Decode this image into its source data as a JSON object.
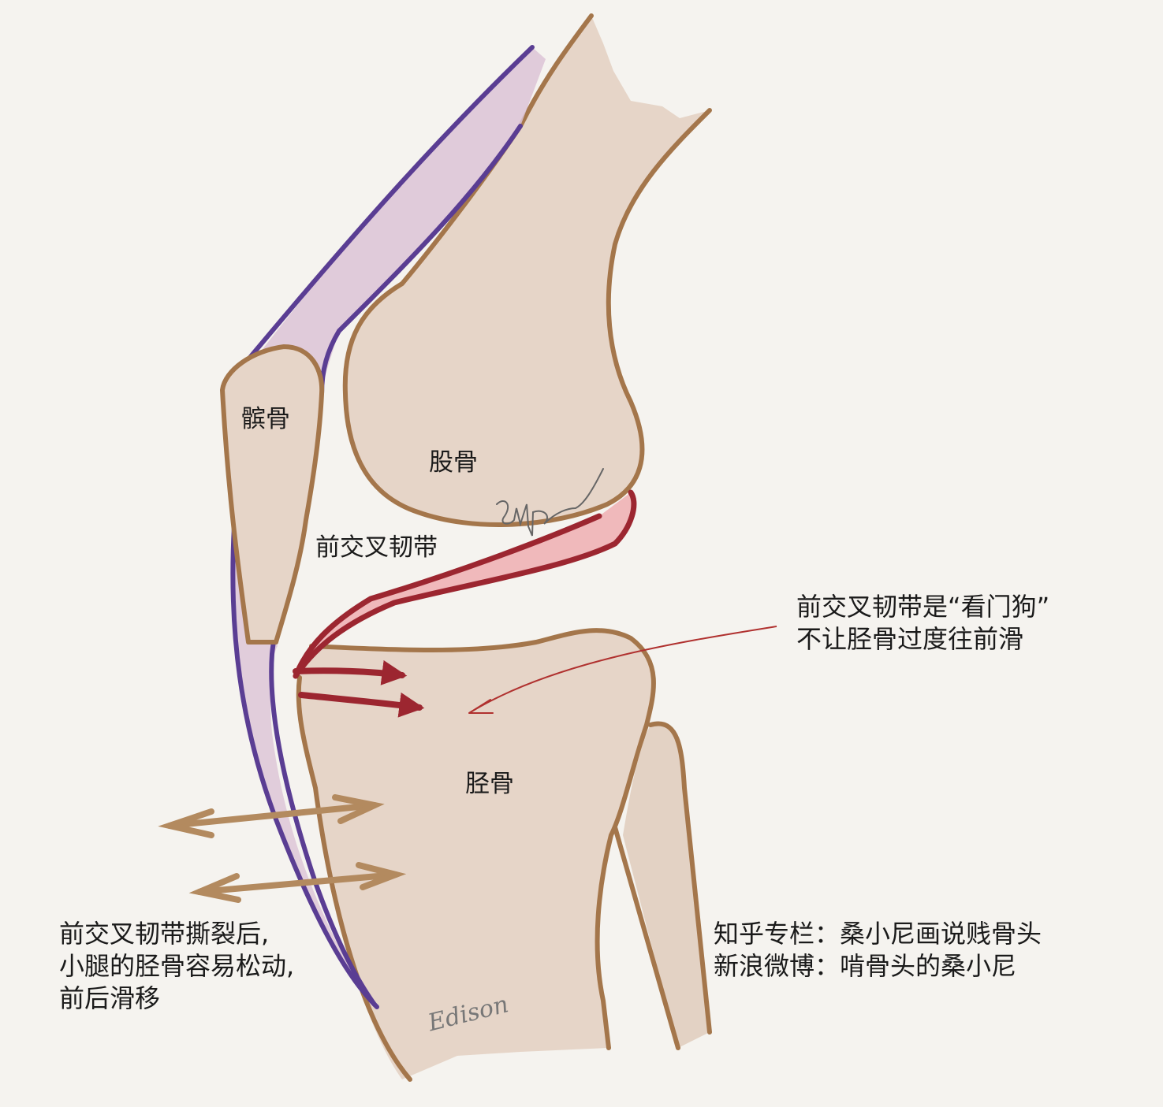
{
  "labels": {
    "patella": "髌骨",
    "femur": "股骨",
    "acl": "前交叉韧带",
    "tibia": "胫骨"
  },
  "callout": {
    "lines": [
      "前交叉韧带是“看门狗”",
      "不让胫骨过度往前滑"
    ]
  },
  "caption": {
    "lines": [
      "前交叉韧带撕裂后,",
      "小腿的胫骨容易松动,",
      "前后滑移"
    ]
  },
  "credits": {
    "lines": [
      "知乎专栏：桑小尼画说贱骨头",
      "新浪微博：啃骨头的桑小尼"
    ]
  },
  "signatures": [
    "Edison"
  ],
  "colors": {
    "background": "#f5f3ef",
    "bone_fill": "#e6d5c8",
    "bone_outline": "#a4764b",
    "tendon": "#5a3d93",
    "tendon_fill": "#dcc3d6",
    "ligament": "#9c2630",
    "ligament_fill": "#f0b9bb",
    "movement_arrow": "#b38a5f",
    "pointer_line": "#b0312f"
  }
}
